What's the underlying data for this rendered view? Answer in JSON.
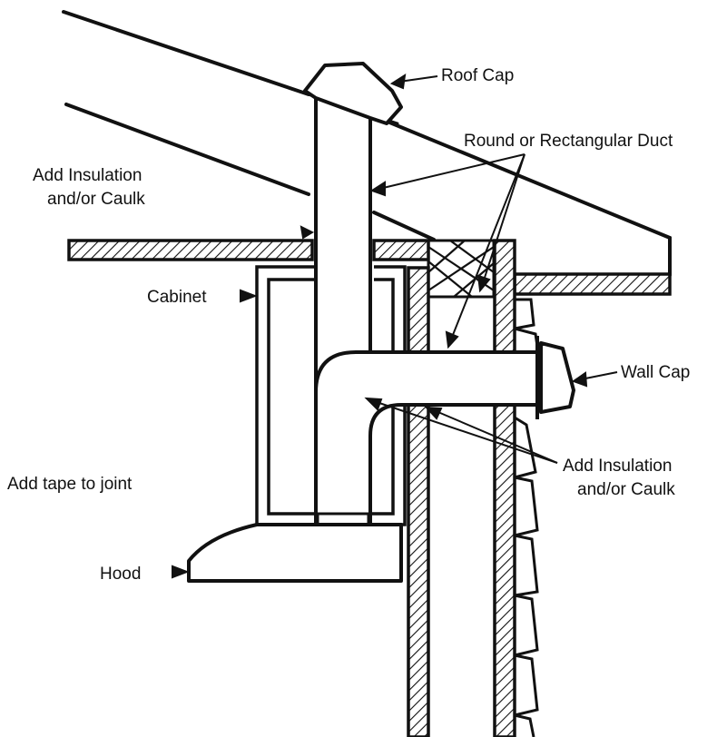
{
  "labels": {
    "roof_cap": "Roof Cap",
    "duct": "Round or Rectangular Duct",
    "insulation_top_1": "Add Insulation",
    "insulation_top_2": "and/or Caulk",
    "cabinet": "Cabinet",
    "wall_cap": "Wall Cap",
    "tape": "Add tape to joint",
    "insulation_bottom_1": "Add Insulation",
    "insulation_bottom_2": "and/or Caulk",
    "hood": "Hood"
  },
  "colors": {
    "ink": "#111111",
    "background": "#ffffff"
  }
}
